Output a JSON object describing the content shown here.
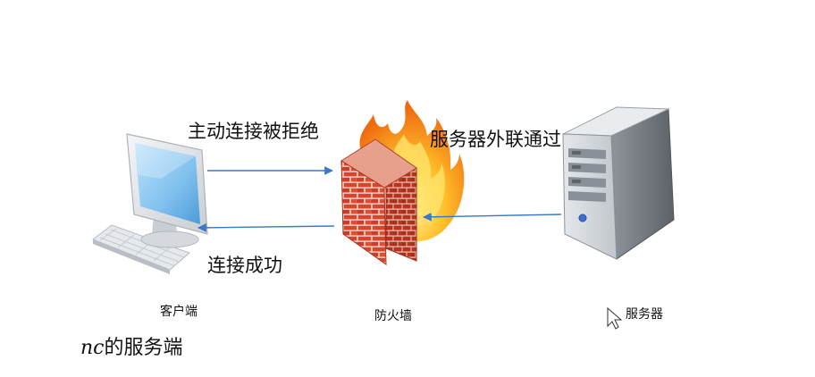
{
  "labels": {
    "reject": "主动连接被拒绝",
    "success": "连接成功",
    "outbound": "服务器外联通过",
    "client": "客户端",
    "firewall": "防火墙",
    "server": "服务器",
    "title_prefix": "nc",
    "title_suffix": "的服务端"
  },
  "colors": {
    "arrow": "#3a79c9",
    "brick": "#d9452c",
    "mortar": "#f2d6cc",
    "flame": "#f5901e",
    "screen": "#8cc8f0",
    "server_body": "#cfd3d8",
    "server_dark": "#6f757c"
  },
  "icons": [
    "computer-icon",
    "firewall-icon",
    "server-icon",
    "cursor-icon"
  ]
}
